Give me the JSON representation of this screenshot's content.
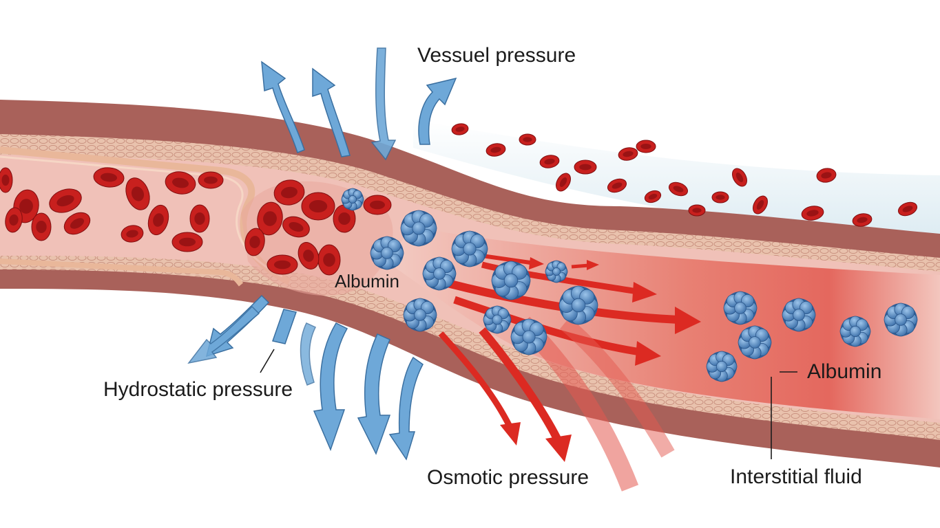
{
  "labels": {
    "vessel_pressure": "Vessuel pressure",
    "albumin_inner": "Albumin",
    "hydrostatic_pressure": "Hydrostatic pressure",
    "osmotic_pressure": "Osmotic pressure",
    "albumin_outer": "Albumin",
    "interstitial_fluid": "Interstitial fluid"
  },
  "colors": {
    "vessel_wall_outer": "#a65a55",
    "vessel_wall_inner": "#e7b9a6",
    "lumen": "#f1c2bb",
    "red_cell": "#c8201e",
    "red_cell_center": "#8e1012",
    "albumin": "#5b8fc7",
    "albumin_dark": "#2f5f98",
    "blue_arrow": "#6ea8d8",
    "red_arrow": "#dc2a22",
    "interstitial_glow": "#e0403a"
  },
  "icons": {
    "red_blood_cell": "red-blood-cell-icon",
    "albumin_cluster": "albumin-molecule-icon",
    "blue_arrow": "fluid-flow-arrow-icon",
    "red_arrow": "osmotic-flow-arrow-icon"
  }
}
